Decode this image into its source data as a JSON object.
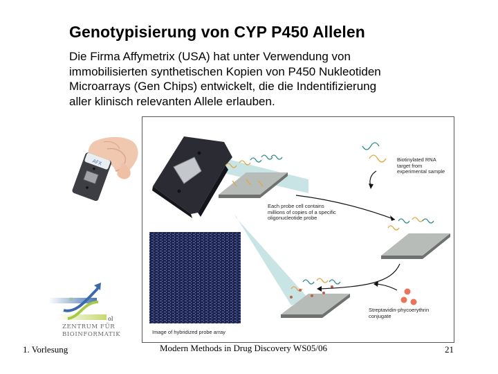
{
  "slide": {
    "title": "Genotypisierung von CYP P450 Allelen",
    "body_lines": [
      "Die Firma Affymetrix (USA) hat unter Verwendung von",
      "immobilisierten synthetischen Kopien von P450 Nukleotiden",
      "Microarrays (Gen Chips) entwickelt, die die Indentifizierung",
      "aller klinisch relevanten Allele erlauben."
    ]
  },
  "figure": {
    "labels": {
      "probe_cell": [
        "Each probe cell contains",
        "millions of copies of a specific",
        "oligonucleotide probe"
      ],
      "rna_target": [
        "Biotinylated RNA",
        "target from",
        "experimental sample"
      ],
      "streptavidin": [
        "Streptavidin-phycoerythrin",
        "conjugate"
      ],
      "array_image": "Image of hybridized probe array"
    },
    "colors": {
      "chip": "#2a2b33",
      "array_image": "#1e2550",
      "probe_orange": "#e0a640",
      "probe_teal": "#2e8a8a",
      "slide_gray": "#b8bcb8",
      "beam": "#c8e4e4",
      "conjugate": "#e8755a"
    }
  },
  "logo": {
    "lines": [
      "ZENTRUM FÜR",
      "BIOINFORMATIK"
    ]
  },
  "footer": {
    "left": "1. Vorlesung",
    "center": "Modern Methods in Drug Discovery WS05/06",
    "page_number": "21"
  }
}
